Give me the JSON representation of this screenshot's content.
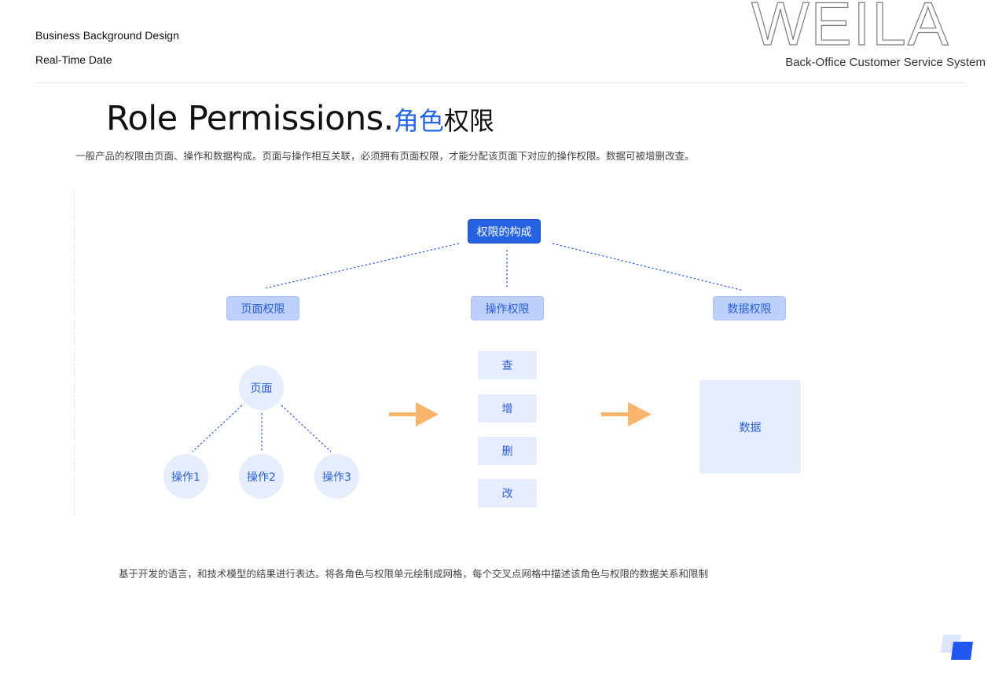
{
  "header": {
    "line1": "Business Background Design",
    "line2": "Real-Time Date",
    "brand": "WEILA",
    "system_name": "Back-Office Customer Service System"
  },
  "title": {
    "en": "Role Permissions.",
    "cn_accent": "角色",
    "cn_rest": "权限"
  },
  "description": "一般产品的权限由页面、操作和数据构成。页面与操作相互关联，必须拥有页面权限，才能分配该页面下对应的操作权限。数据可被增删改查。",
  "diagram": {
    "root": "权限的构成",
    "categories": {
      "page": "页面权限",
      "operation": "操作权限",
      "data": "数据权限"
    },
    "page_tree": {
      "parent": "页面",
      "children": [
        "操作1",
        "操作2",
        "操作3"
      ]
    },
    "operations": [
      "查",
      "增",
      "删",
      "改"
    ],
    "data_label": "数据"
  },
  "footer_text": "基于开发的语言，和技术模型的结果进行表达。将各角色与权限单元绘制成网格，每个交叉点网格中描述该角色与权限的数据关系和限制",
  "colors": {
    "accent": "#2563e3",
    "category_fill": "#bdd0fb",
    "node_fill": "#e6edfd",
    "arrow": "#f9b56b"
  }
}
